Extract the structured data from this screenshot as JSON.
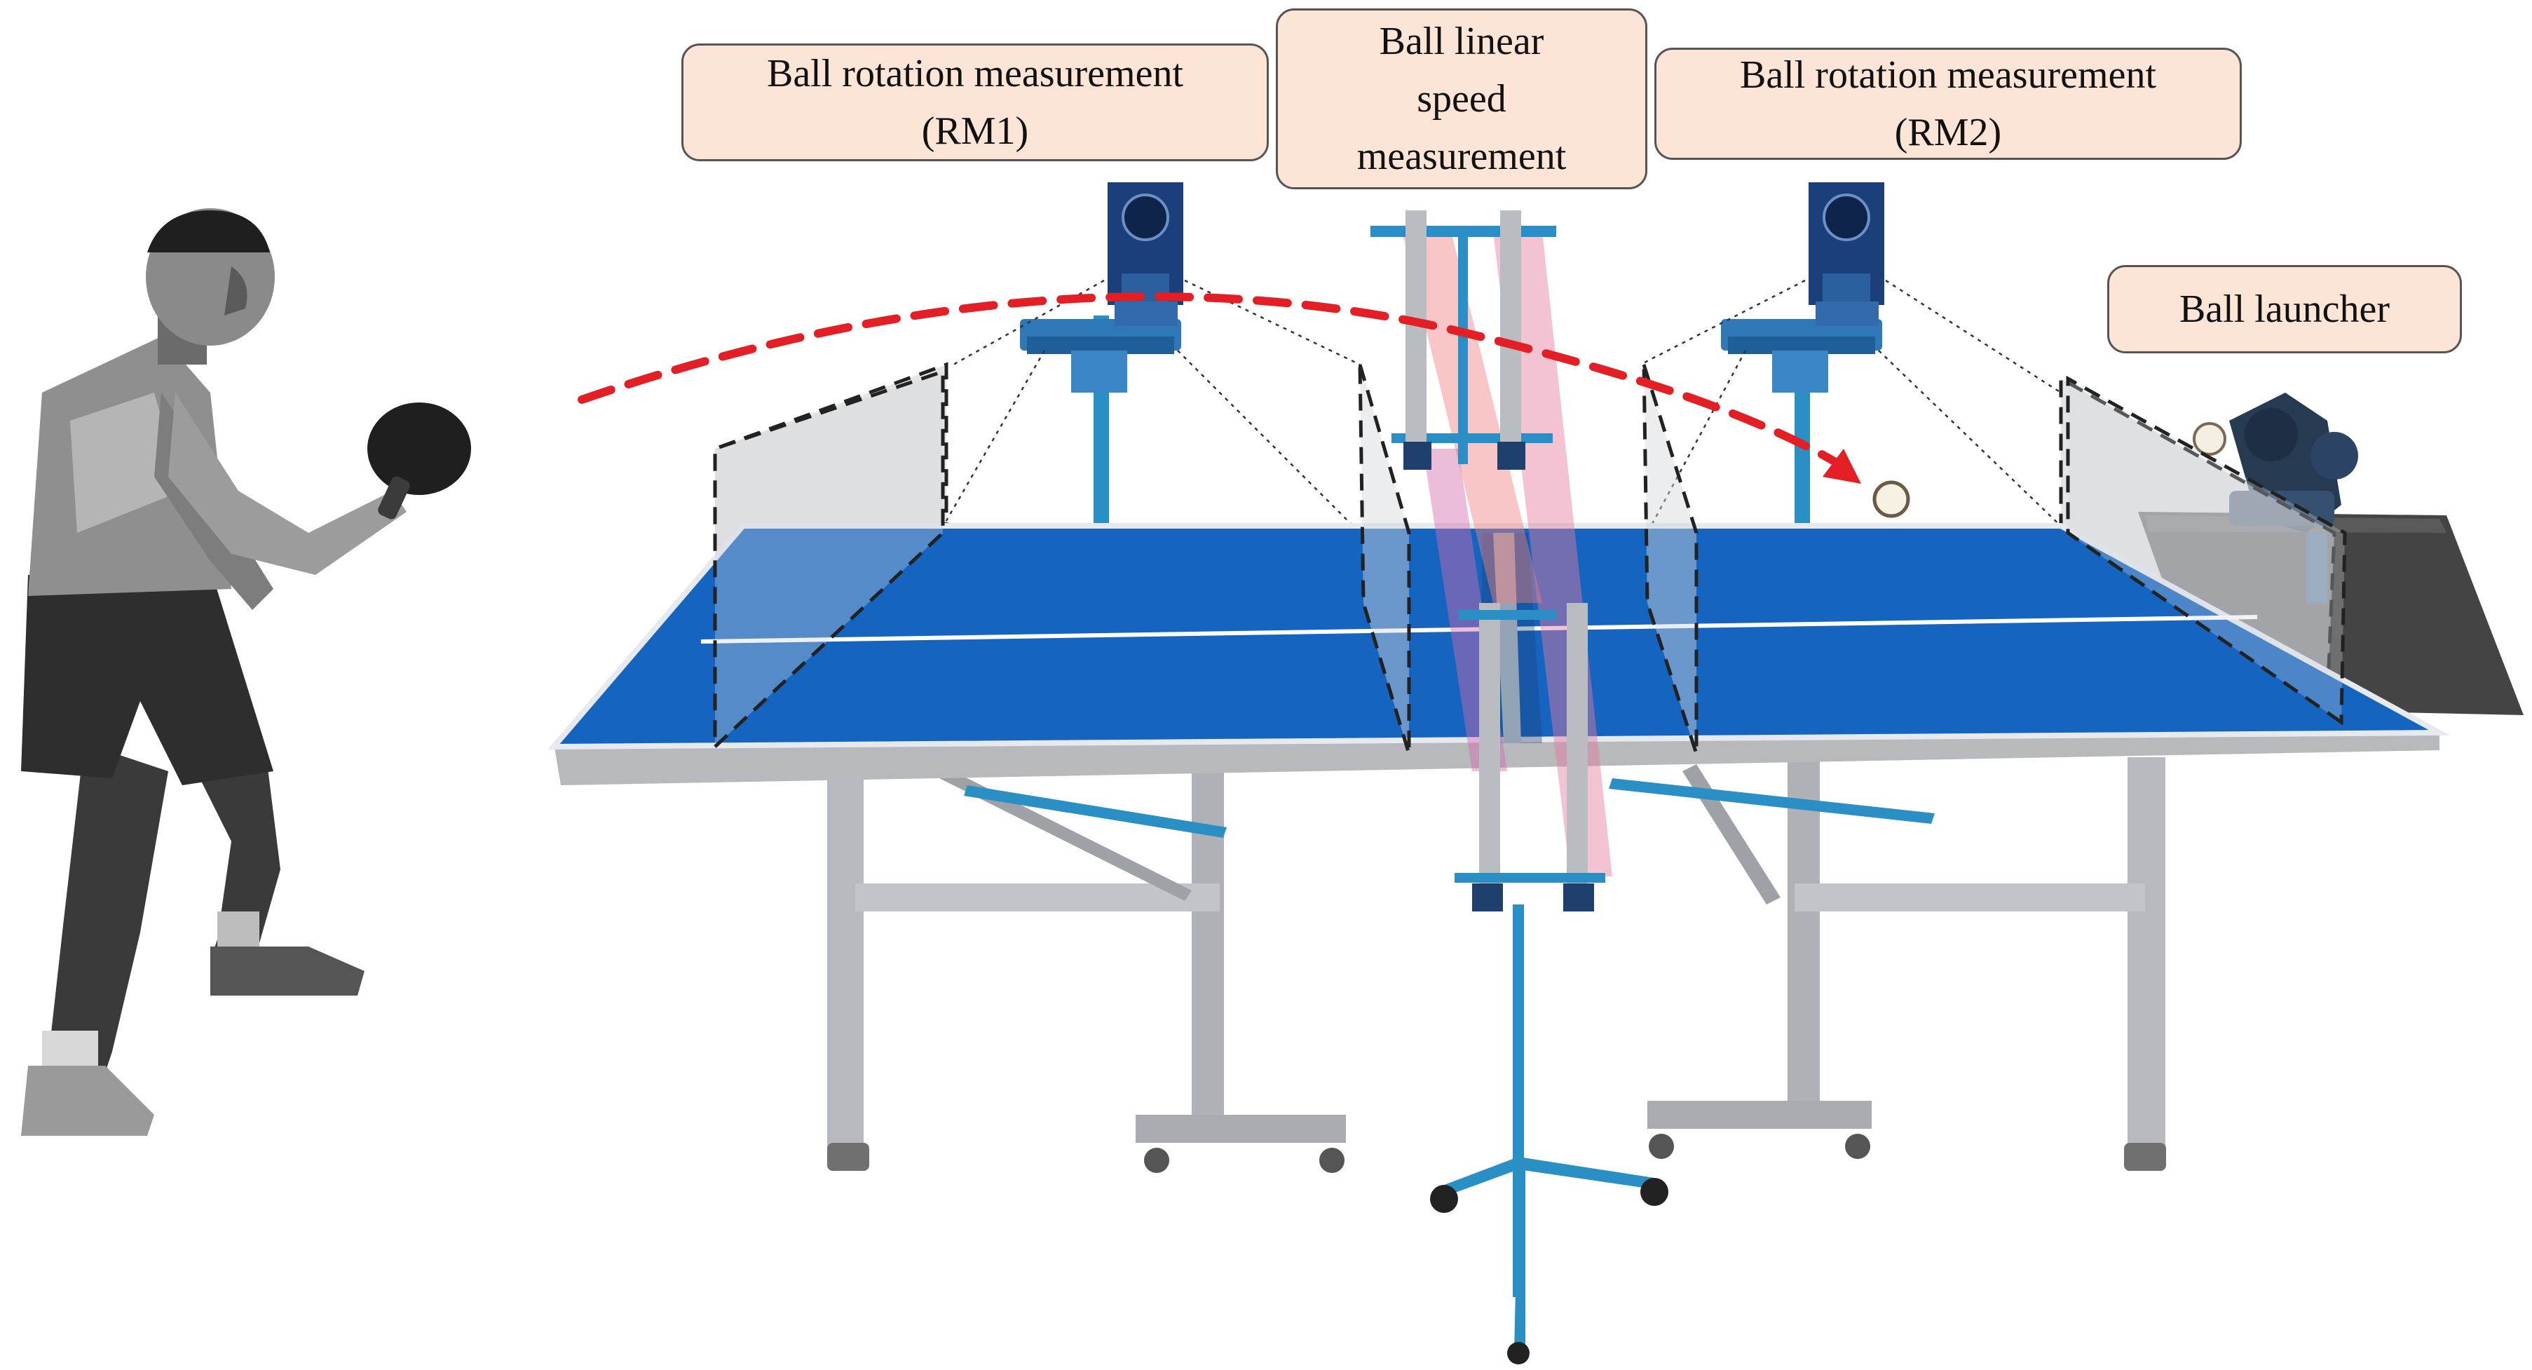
{
  "labels": {
    "rm1": {
      "line1": "Ball rotation measurement",
      "line2": "(RM1)"
    },
    "linear": {
      "line1": "Ball linear",
      "line2": "speed",
      "line3": "measurement"
    },
    "rm2": {
      "line1": "Ball rotation measurement",
      "line2": "(RM2)"
    },
    "launcher": {
      "line1": "Ball launcher"
    }
  },
  "colors": {
    "label_fill": "#fce4d6",
    "table_top": "#1565c0",
    "table_frame": "#b0b3b8",
    "stand_blue": "#2a8fc4",
    "trajectory": "#e31e24",
    "player_dark": "#2b2b2b",
    "player_mid": "#8a8a8a",
    "light_beam": "#f08080"
  },
  "icons": {
    "player": "table-tennis-player-icon",
    "ball": "ping-pong-ball-icon",
    "camera": "camera-icon",
    "launcher": "ball-launcher-robot-icon"
  }
}
